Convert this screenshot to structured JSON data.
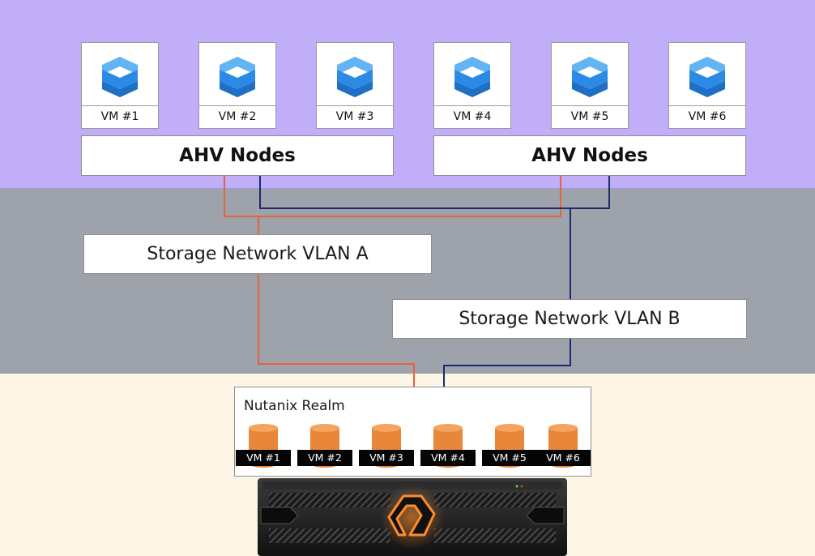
{
  "compute": {
    "vms": [
      "VM #1",
      "VM #2",
      "VM #3",
      "VM #4",
      "VM #5",
      "VM #6"
    ],
    "nodes": [
      "AHV Nodes",
      "AHV Nodes"
    ]
  },
  "network": {
    "vlan_a": "Storage Network VLAN A",
    "vlan_b": "Storage Network VLAN B"
  },
  "storage": {
    "realm_title": "Nutanix Realm",
    "volumes": [
      "VM #1",
      "VM #2",
      "VM #3",
      "VM #4",
      "VM #5",
      "VM #6"
    ]
  },
  "colors": {
    "compute_band": "#c0aef8",
    "network_band": "#9da2ab",
    "storage_band": "#fdf6e7",
    "vlan_a_wire": "#e8623a",
    "vlan_b_wire": "#1c2a6b",
    "volume_orange": "#e8873a",
    "logo_blue": "#2b8ae6"
  }
}
